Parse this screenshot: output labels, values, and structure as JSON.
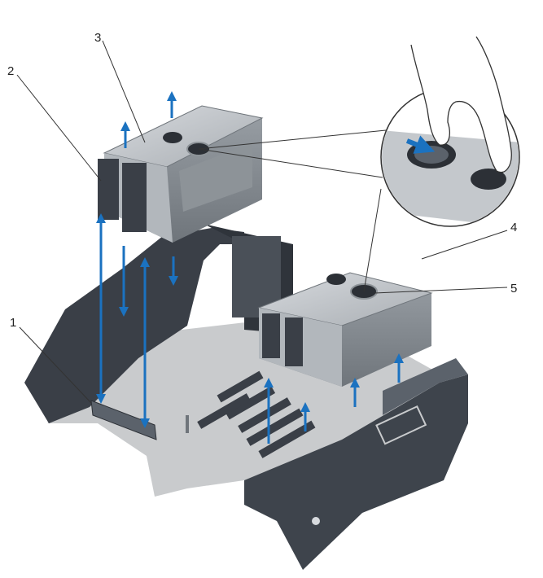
{
  "callouts": [
    {
      "label": "1"
    },
    {
      "label": "2"
    },
    {
      "label": "3"
    },
    {
      "label": "4"
    },
    {
      "label": "5"
    }
  ],
  "colors": {
    "chassis_dark": "#3a3f47",
    "chassis_mid": "#5b626b",
    "floor": "#c9cbcd",
    "cage_light": "#c4c8cc",
    "cage_dark": "#8d9398",
    "arrow_blue": "#1b72c0",
    "callout_line": "#333333"
  }
}
